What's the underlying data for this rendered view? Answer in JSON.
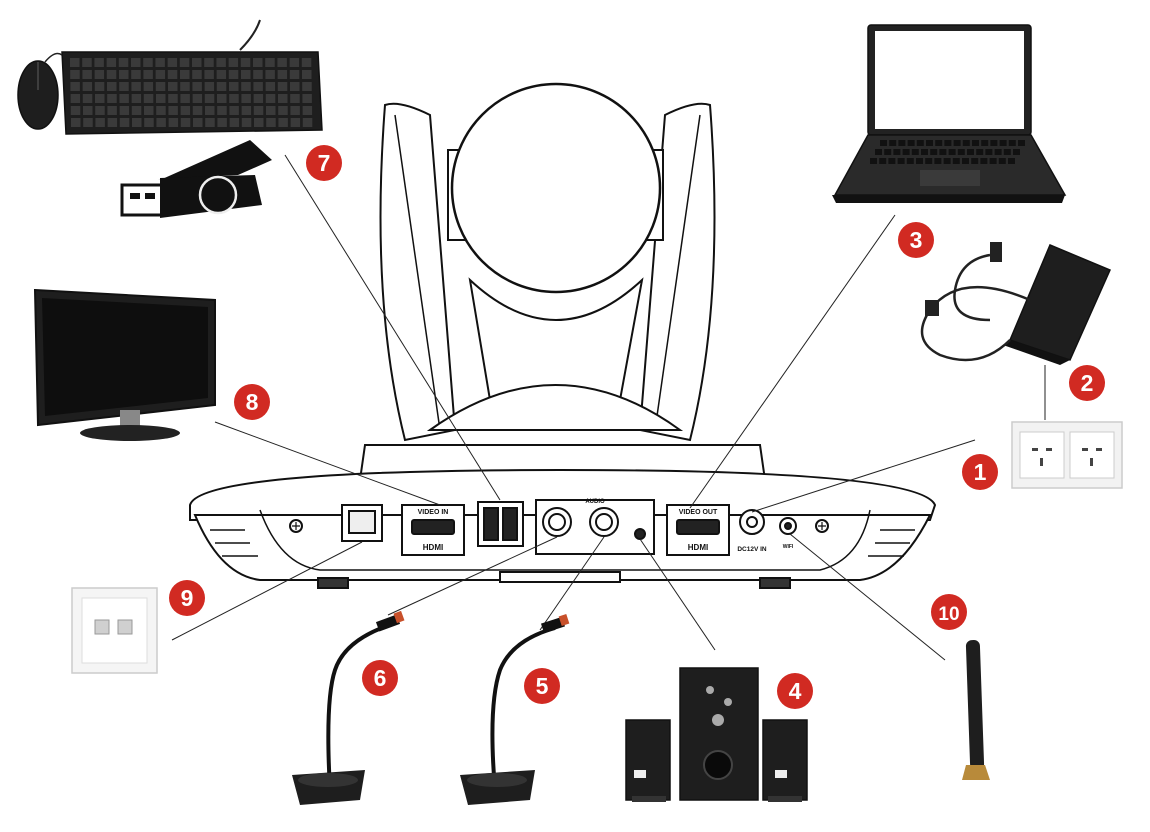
{
  "colors": {
    "badge": "#d12a22",
    "badge_text": "#ffffff",
    "line": "#222222",
    "device_dark": "#1e1e1e",
    "device_mid": "#3a3a3a",
    "outline": "#111111",
    "wall_plate": "#f2f2f2"
  },
  "callouts": [
    {
      "id": "1",
      "label": "1"
    },
    {
      "id": "2",
      "label": "2"
    },
    {
      "id": "3",
      "label": "3"
    },
    {
      "id": "4",
      "label": "4"
    },
    {
      "id": "5",
      "label": "5"
    },
    {
      "id": "6",
      "label": "6"
    },
    {
      "id": "7",
      "label": "7"
    },
    {
      "id": "8",
      "label": "8"
    },
    {
      "id": "9",
      "label": "9"
    },
    {
      "id": "10",
      "label": "10"
    }
  ],
  "ports": {
    "video_in": "VIDEO IN",
    "hdmi_in": "HDMI",
    "audio": "AUDIO",
    "video_out": "VIDEO OUT",
    "hdmi_out": "HDMI",
    "dc": "DC12V IN",
    "wifi": "WIFI"
  },
  "icons": {
    "keyboard": "keyboard-icon",
    "mouse": "mouse-icon",
    "usb_drive": "usb-drive-icon",
    "laptop": "laptop-icon",
    "power_adapter": "power-adapter-icon",
    "power_socket": "power-socket-icon",
    "monitor": "monitor-icon",
    "network_socket": "network-socket-icon",
    "microphone": "microphone-icon",
    "speakers": "speakers-icon",
    "antenna": "antenna-icon",
    "camera": "ptz-camera-icon"
  }
}
